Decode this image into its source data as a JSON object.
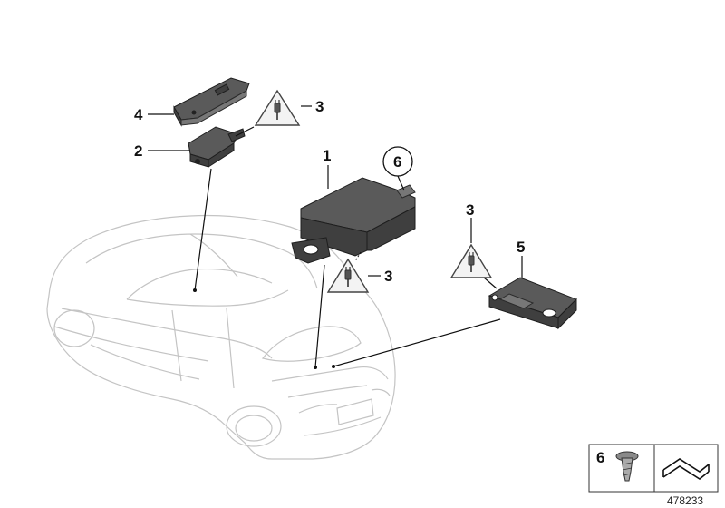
{
  "diagram": {
    "callouts": {
      "c1": "1",
      "c2": "2",
      "c3a": "3",
      "c3b": "3",
      "c3c": "3",
      "c4": "4",
      "c5": "5",
      "c6": "6"
    },
    "legend": {
      "item_number": "6"
    },
    "document_number": "478233"
  },
  "icons": {
    "warning": "connector-warning-icon",
    "screw": "screw-icon",
    "bracket": "bracket-symbol-icon"
  }
}
